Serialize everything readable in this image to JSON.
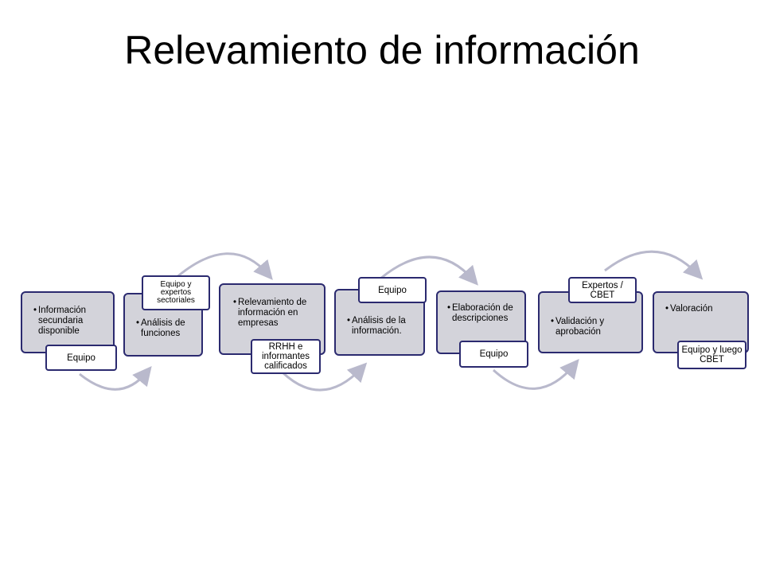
{
  "title": "Relevamiento de información",
  "steps": [
    {
      "text": "Información secundaria disponible",
      "tag": "Equipo"
    },
    {
      "text": "Análisis de funciones",
      "tag": "Equipo y expertos sectoriales"
    },
    {
      "text": "Relevamiento de información en empresas",
      "tag": "RRHH e informantes calificados"
    },
    {
      "text": "Análisis de la información.",
      "tag": "Equipo"
    },
    {
      "text": "Elaboración de descripciones",
      "tag": "Equipo"
    },
    {
      "text": "Validación y aprobación",
      "tag": "Expertos / CBET"
    },
    {
      "text": "Valoración",
      "tag": "Equipo y luego CBET"
    }
  ],
  "colors": {
    "box_fill": "#d3d3da",
    "border": "#2b2a6f",
    "arrow": "#b9b9cc"
  }
}
